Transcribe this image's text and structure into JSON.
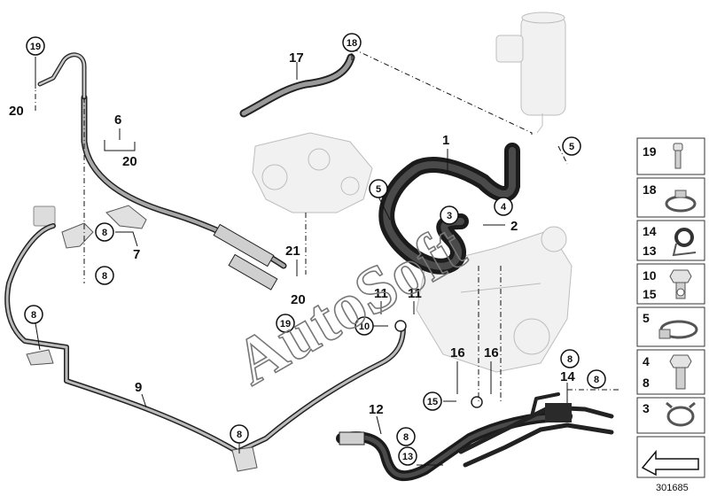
{
  "watermark": "AutoSoft",
  "reference_number": "301685",
  "callouts": {
    "c19_top": "19",
    "c20_top": "20",
    "c6": "6",
    "c20_mid": "20",
    "c17": "17",
    "c18_top": "18",
    "c1": "1",
    "c5_right": "5",
    "c5_mid": "5",
    "c3_mid": "3",
    "c4_mid": "4",
    "c2": "2",
    "c8_a": "8",
    "c7": "7",
    "c8_b": "8",
    "c21": "21",
    "c20_low": "20",
    "c19_low": "19",
    "c8_left": "8",
    "c11_a": "11",
    "c11_b": "11",
    "c10": "10",
    "c9": "9",
    "c16_a": "16",
    "c16_b": "16",
    "c15": "15",
    "c8_r1": "8",
    "c14": "14",
    "c8_r2": "8",
    "c12": "12",
    "c8_bot": "8",
    "c13": "13",
    "c8_bl": "8"
  },
  "legend": [
    {
      "top": "19",
      "bottom": "",
      "icon": "bolt-icon"
    },
    {
      "top": "18",
      "bottom": "",
      "icon": "hose-clamp-icon"
    },
    {
      "top": "14",
      "bottom": "13",
      "icon": "p-clip-icon"
    },
    {
      "top": "10",
      "bottom": "15",
      "icon": "banjo-bolt-icon"
    },
    {
      "top": "5",
      "bottom": "",
      "icon": "worm-clamp-icon"
    },
    {
      "top": "4",
      "bottom": "8",
      "icon": "hex-bolt-icon"
    },
    {
      "top": "3",
      "bottom": "",
      "icon": "spring-clamp-icon"
    },
    {
      "top": "",
      "bottom": "",
      "icon": "arrow-icon"
    }
  ]
}
